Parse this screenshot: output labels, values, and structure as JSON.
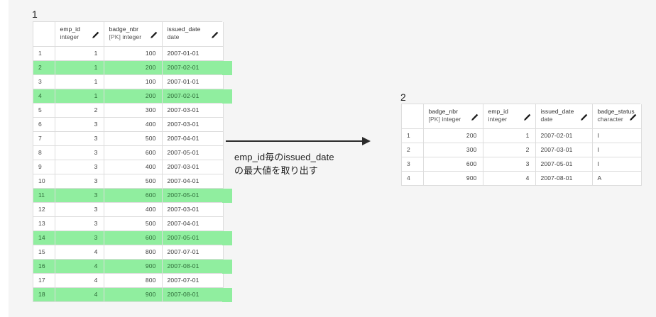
{
  "figures": [
    {
      "label": "1"
    },
    {
      "label": "2"
    }
  ],
  "annotation": {
    "line1": "emp_id毎のissued_date",
    "line2": "の最大値を取り出す",
    "arrow_icon": "right-arrow-icon"
  },
  "colors": {
    "highlight": "#90ee9f",
    "highlight_text": "#2d6b38",
    "page_background": "#f5f5f5",
    "grid_border": "#dddddd",
    "arrow": "#2b2b2b"
  },
  "table1": {
    "label": "1",
    "rownum_header": "",
    "edit_icon": "pencil-icon",
    "columns": [
      {
        "name": "emp_id",
        "type": "integer",
        "pk": false,
        "align": "right"
      },
      {
        "name": "badge_nbr",
        "type": "integer",
        "pk": true,
        "pk_label": "[PK]",
        "align": "right"
      },
      {
        "name": "issued_date",
        "type": "date",
        "pk": false,
        "align": "left"
      }
    ],
    "rows": [
      {
        "n": "1",
        "emp_id": "1",
        "badge_nbr": "100",
        "issued_date": "2007-01-01",
        "highlight": false
      },
      {
        "n": "2",
        "emp_id": "1",
        "badge_nbr": "200",
        "issued_date": "2007-02-01",
        "highlight": true
      },
      {
        "n": "3",
        "emp_id": "1",
        "badge_nbr": "100",
        "issued_date": "2007-01-01",
        "highlight": false
      },
      {
        "n": "4",
        "emp_id": "1",
        "badge_nbr": "200",
        "issued_date": "2007-02-01",
        "highlight": true
      },
      {
        "n": "5",
        "emp_id": "2",
        "badge_nbr": "300",
        "issued_date": "2007-03-01",
        "highlight": false
      },
      {
        "n": "6",
        "emp_id": "3",
        "badge_nbr": "400",
        "issued_date": "2007-03-01",
        "highlight": false
      },
      {
        "n": "7",
        "emp_id": "3",
        "badge_nbr": "500",
        "issued_date": "2007-04-01",
        "highlight": false
      },
      {
        "n": "8",
        "emp_id": "3",
        "badge_nbr": "600",
        "issued_date": "2007-05-01",
        "highlight": false
      },
      {
        "n": "9",
        "emp_id": "3",
        "badge_nbr": "400",
        "issued_date": "2007-03-01",
        "highlight": false
      },
      {
        "n": "10",
        "emp_id": "3",
        "badge_nbr": "500",
        "issued_date": "2007-04-01",
        "highlight": false
      },
      {
        "n": "11",
        "emp_id": "3",
        "badge_nbr": "600",
        "issued_date": "2007-05-01",
        "highlight": true
      },
      {
        "n": "12",
        "emp_id": "3",
        "badge_nbr": "400",
        "issued_date": "2007-03-01",
        "highlight": false
      },
      {
        "n": "13",
        "emp_id": "3",
        "badge_nbr": "500",
        "issued_date": "2007-04-01",
        "highlight": false
      },
      {
        "n": "14",
        "emp_id": "3",
        "badge_nbr": "600",
        "issued_date": "2007-05-01",
        "highlight": true
      },
      {
        "n": "15",
        "emp_id": "4",
        "badge_nbr": "800",
        "issued_date": "2007-07-01",
        "highlight": false
      },
      {
        "n": "16",
        "emp_id": "4",
        "badge_nbr": "900",
        "issued_date": "2007-08-01",
        "highlight": true
      },
      {
        "n": "17",
        "emp_id": "4",
        "badge_nbr": "800",
        "issued_date": "2007-07-01",
        "highlight": false
      },
      {
        "n": "18",
        "emp_id": "4",
        "badge_nbr": "900",
        "issued_date": "2007-08-01",
        "highlight": true
      }
    ]
  },
  "table2": {
    "label": "2",
    "rownum_header": "",
    "edit_icon": "pencil-icon",
    "columns": [
      {
        "name": "badge_nbr",
        "type": "integer",
        "pk": true,
        "pk_label": "[PK]",
        "align": "right"
      },
      {
        "name": "emp_id",
        "type": "integer",
        "pk": false,
        "align": "right"
      },
      {
        "name": "issued_date",
        "type": "date",
        "pk": false,
        "align": "left"
      },
      {
        "name": "badge_status",
        "type": "character",
        "pk": false,
        "align": "left"
      }
    ],
    "rows": [
      {
        "n": "1",
        "badge_nbr": "200",
        "emp_id": "1",
        "issued_date": "2007-02-01",
        "badge_status": "I",
        "highlight": false
      },
      {
        "n": "2",
        "badge_nbr": "300",
        "emp_id": "2",
        "issued_date": "2007-03-01",
        "badge_status": "I",
        "highlight": false
      },
      {
        "n": "3",
        "badge_nbr": "600",
        "emp_id": "3",
        "issued_date": "2007-05-01",
        "badge_status": "I",
        "highlight": false
      },
      {
        "n": "4",
        "badge_nbr": "900",
        "emp_id": "4",
        "issued_date": "2007-08-01",
        "badge_status": "A",
        "highlight": false
      }
    ]
  }
}
